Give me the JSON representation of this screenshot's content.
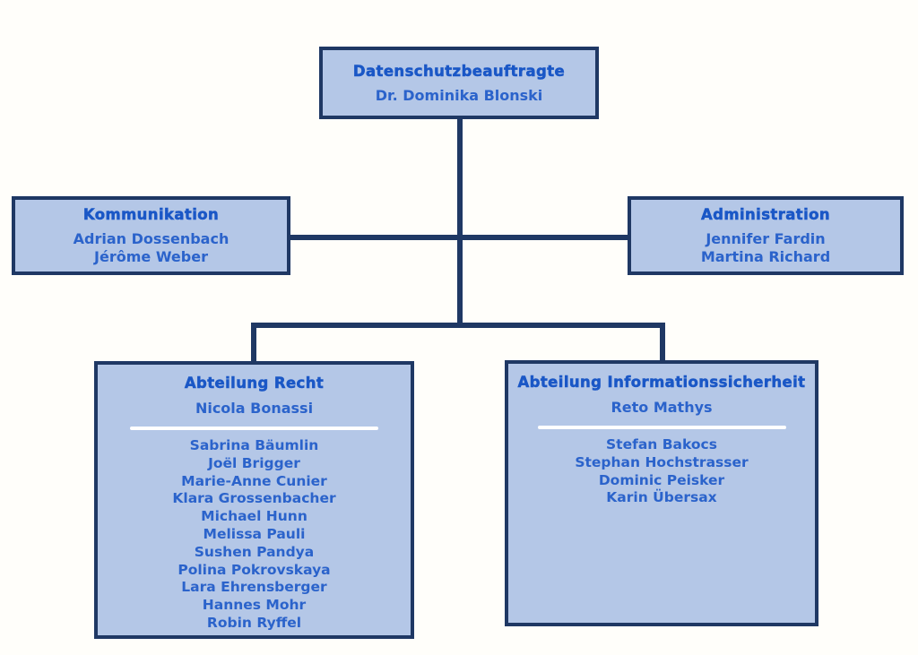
{
  "colors": {
    "background": "#fffefa",
    "box_fill": "#b4c7e7",
    "box_border": "#1f3864",
    "connector": "#1f3864",
    "heading_text": "#1a57c6",
    "name_text": "#2b63cb",
    "divider": "#ffffff"
  },
  "org": {
    "root": {
      "title": "Datenschutzbeauftragte",
      "names": [
        "Dr. Dominika Blonski"
      ]
    },
    "kommunikation": {
      "title": "Kommunikation",
      "names": [
        "Adrian Dossenbach",
        "Jérôme Weber"
      ]
    },
    "administration": {
      "title": "Administration",
      "names": [
        "Jennifer Fardin",
        "Martina Richard"
      ]
    },
    "recht": {
      "title": "Abteilung Recht",
      "lead": "Nicola Bonassi",
      "members": [
        "Sabrina Bäumlin",
        "Joël Brigger",
        "Marie-Anne Cunier",
        "Klara Grossenbacher",
        "Michael Hunn",
        "Melissa Pauli",
        "Sushen Pandya",
        "Polina Pokrovskaya",
        "Lara Ehrensberger",
        "Hannes Mohr",
        "Robin Ryffel"
      ]
    },
    "informationssicherheit": {
      "title": "Abteilung Informationssicherheit",
      "lead": "Reto Mathys",
      "members": [
        "Stefan Bakocs",
        "Stephan Hochstrasser",
        "Dominic Peisker",
        "Karin Übersax"
      ]
    }
  }
}
